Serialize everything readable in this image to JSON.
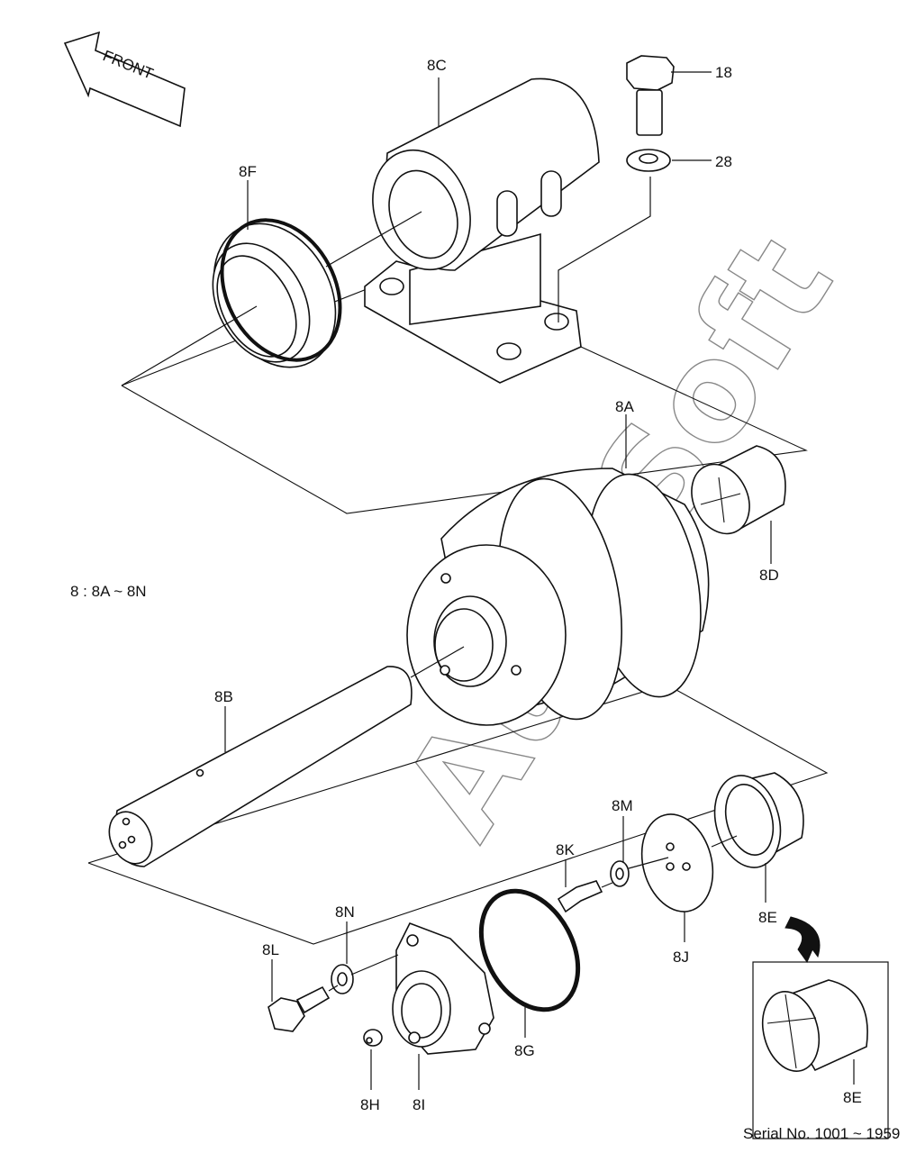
{
  "front_label": "FRONT",
  "group_label": "8 : 8A ~ 8N",
  "serial": "Serial No.  1001 ~ 1959",
  "watermark": "AutoSoft",
  "callouts": {
    "p8A": "8A",
    "p8B": "8B",
    "p8C": "8C",
    "p8D": "8D",
    "p8E": "8E",
    "p8E_inset": "8E",
    "p8F": "8F",
    "p8G": "8G",
    "p8H": "8H",
    "p8I": "8I",
    "p8J": "8J",
    "p8K": "8K",
    "p8L": "8L",
    "p8M": "8M",
    "p8N": "8N",
    "p18": "18",
    "p28": "28"
  }
}
